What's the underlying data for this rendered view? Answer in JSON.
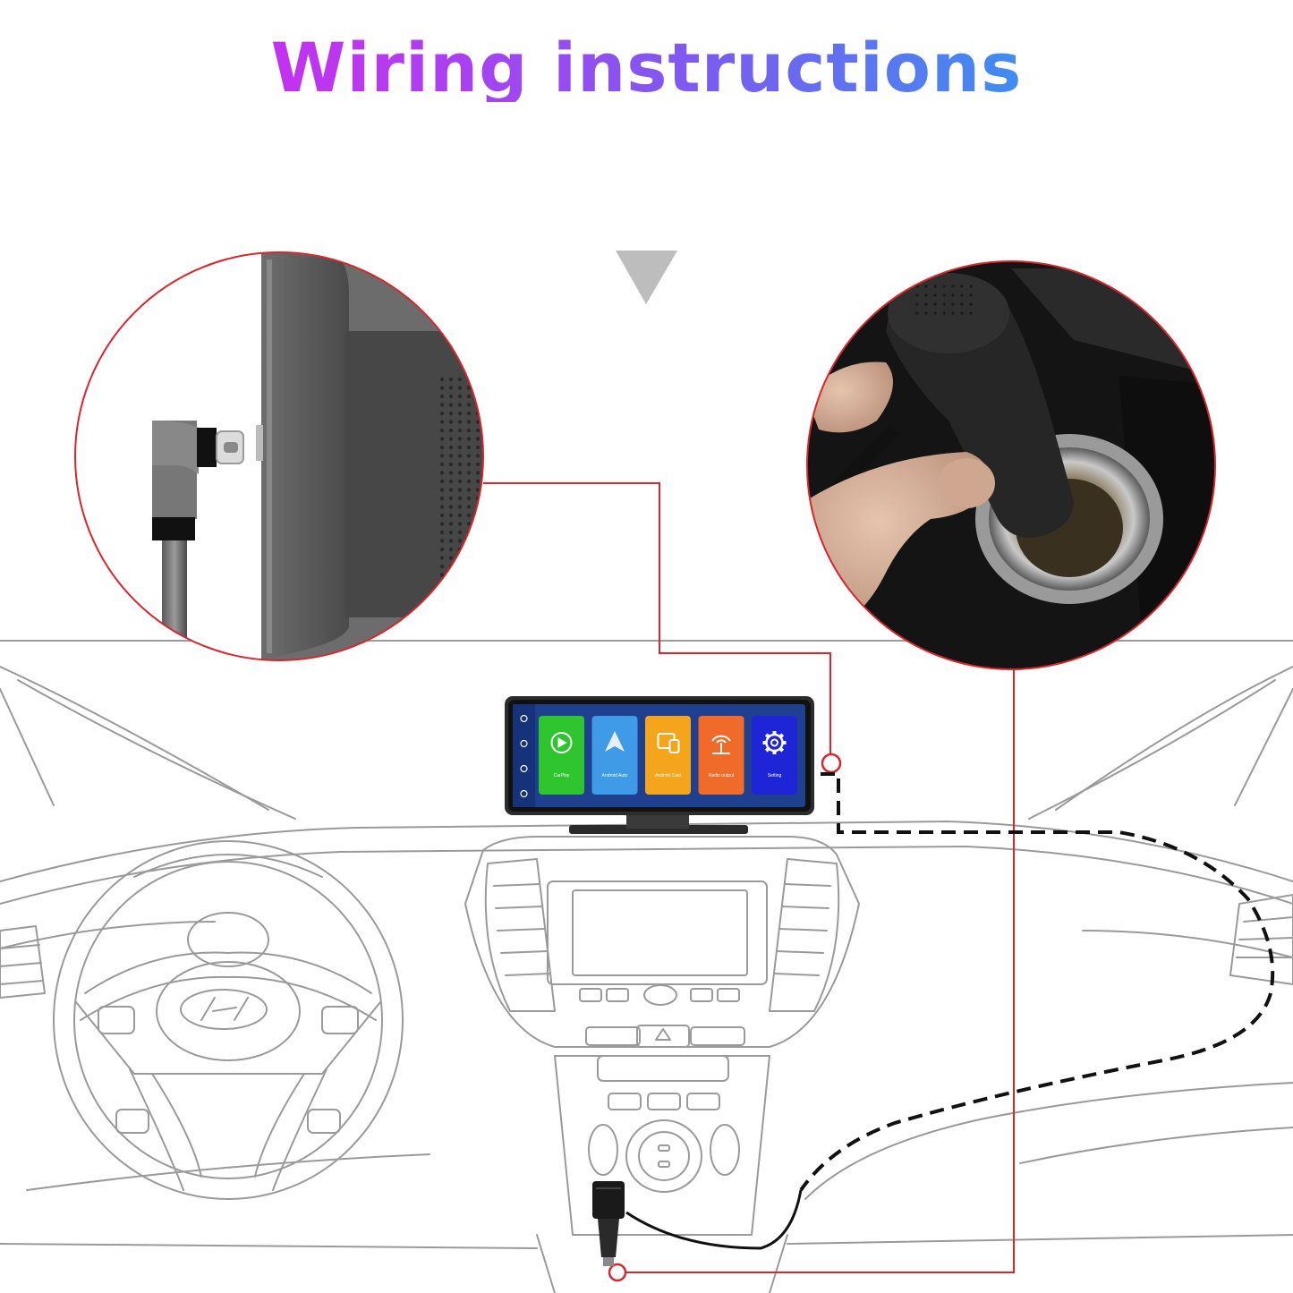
{
  "title": "Wiring instructions",
  "colors": {
    "title_gradient": [
      "#e01ff0",
      "#7a5cf0",
      "#2bc4e8"
    ],
    "connector_line": "#d9262c",
    "dashed_cable": "#111111",
    "line_art": "#9a9a9a",
    "pointer_triangle": "#bdbdbd"
  },
  "device": {
    "side_icons": [
      "home-icon",
      "brightness-icon",
      "volume-icon",
      "power-icon"
    ],
    "apps": [
      {
        "label": "CarPlay",
        "icon": "carplay-icon",
        "color": "#2ec52e"
      },
      {
        "label": "Android Auto",
        "icon": "android-auto-icon",
        "color": "#3f9ae8"
      },
      {
        "label": "Android Cast",
        "icon": "android-cast-icon",
        "color": "#f4a51c"
      },
      {
        "label": "Radio output",
        "icon": "radio-output-icon",
        "color": "#f06a2a"
      },
      {
        "label": "Setting",
        "icon": "gear-icon",
        "color": "#1d25d6"
      }
    ]
  },
  "callouts": [
    {
      "name": "usb-c-callout",
      "depicts": "usb-c-connector-icon"
    },
    {
      "name": "cigarette-lighter-callout",
      "depicts": "car-charger-icon"
    }
  ]
}
